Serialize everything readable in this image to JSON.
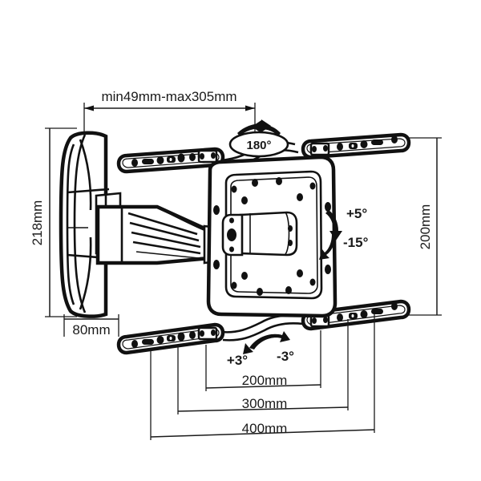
{
  "drawing": {
    "title": "TV wall mount bracket technical dimension drawing",
    "units": "mm",
    "line_color": "#111111",
    "background_color": "#ffffff"
  },
  "dimensions": {
    "extension_range": "min49mm-max305mm",
    "height_left": "218mm",
    "depth_left": "80mm",
    "height_right": "200mm",
    "width_inner": "200mm",
    "width_middle": "300mm",
    "width_outer": "400mm"
  },
  "angles": {
    "swivel_rotation": "180°",
    "tilt_up": "+5°",
    "tilt_down": "-15°",
    "level_left": "+3°",
    "level_right": "-3°"
  },
  "labels": {
    "extension_range_name": "arm-extension-range",
    "height_left_name": "wall-plate-height",
    "depth_left_name": "wall-plate-depth",
    "height_right_name": "vesa-height",
    "width_inner_name": "vesa-width-200",
    "width_middle_name": "vesa-width-300",
    "width_outer_name": "vesa-width-400"
  }
}
